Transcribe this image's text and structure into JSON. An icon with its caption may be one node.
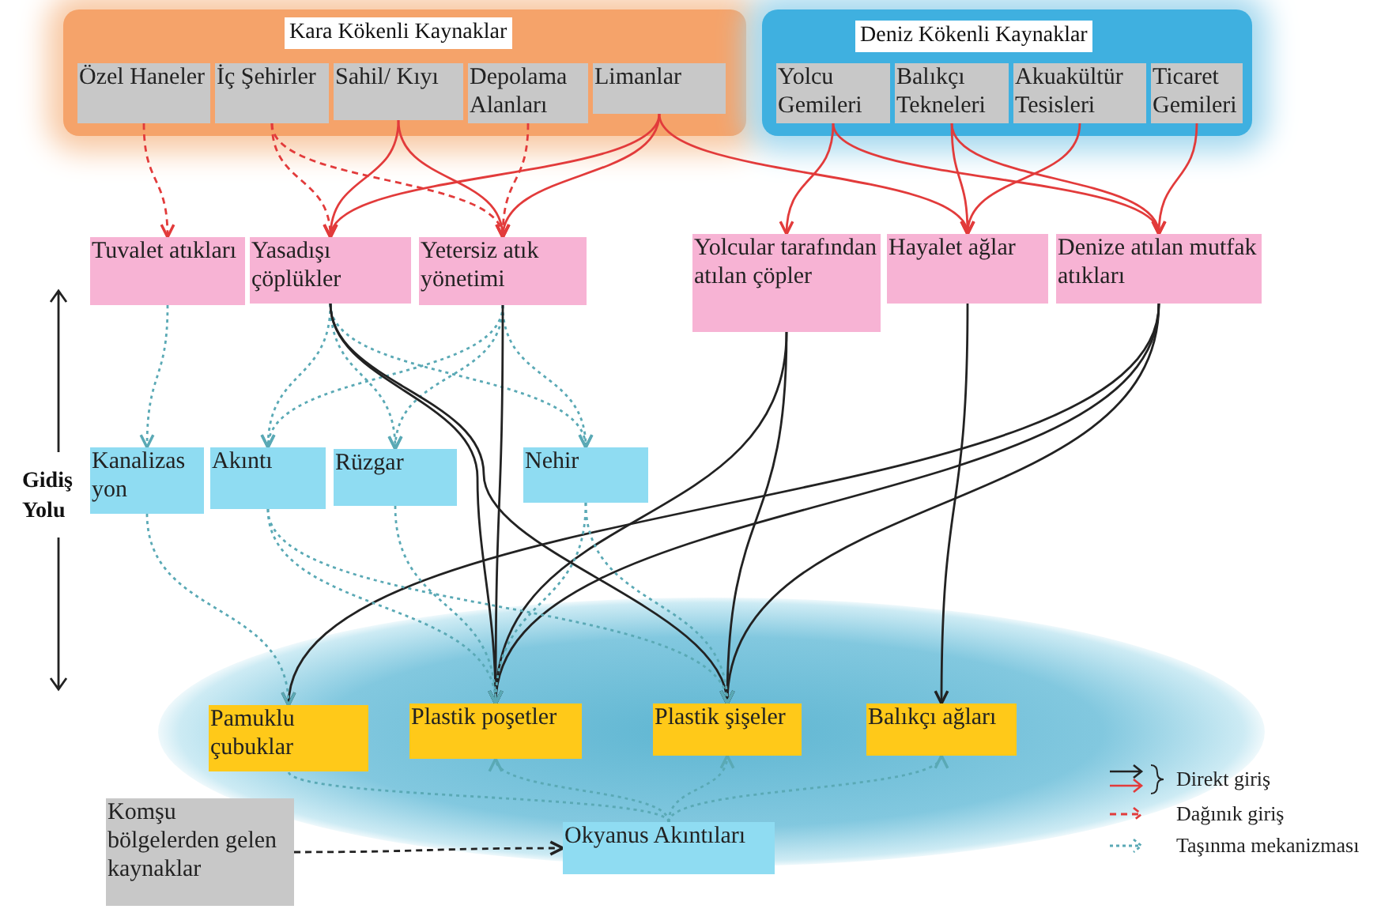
{
  "diagram": {
    "nodes": [
      {
        "text": [
          "Kara Kökenli Kaynaklar"
        ]
      },
      {
        "text": [
          "Özel Haneler"
        ],
        "in": 0
      },
      {
        "text": [
          "İç Şehirler"
        ],
        "in": 0
      },
      {
        "text": [
          "Sahil/ Kıyı"
        ],
        "in": 0
      },
      {
        "text": [
          "Depolama Alanları"
        ],
        "in": 0
      },
      {
        "text": [
          "Limanlar"
        ],
        "in": 0
      },
      {
        "text": [
          "Deniz Kökenli Kaynaklar"
        ]
      },
      {
        "text": [
          "Yolcu Gemileri"
        ],
        "in": 6
      },
      {
        "text": [
          "Balıkçı Tekneleri"
        ],
        "in": 6
      },
      {
        "text": [
          "Akuakültür Tesisleri"
        ],
        "in": 6
      },
      {
        "text": [
          "Ticaret Gemileri"
        ],
        "in": 6
      },
      {
        "text": [
          "Tuvalet atıkları"
        ]
      },
      {
        "text": [
          "Yasadışı çöplükler"
        ]
      },
      {
        "text": [
          "Yetersiz atık yönetimi"
        ]
      },
      {
        "text": [
          "Yolcular tarafından atılan çöpler"
        ]
      },
      {
        "text": [
          "Hayalet ağlar"
        ]
      },
      {
        "text": [
          "Denize atılan mutfak atıkları"
        ]
      },
      {
        "text": [
          "Kanalizas yon"
        ]
      },
      {
        "text": [
          "Akıntı"
        ]
      },
      {
        "text": [
          "Rüzgar"
        ]
      },
      {
        "text": [
          "Nehir"
        ]
      },
      {
        "text": [
          "Pamuklu çubuklar"
        ]
      },
      {
        "text": [
          "Plastik poşetler"
        ]
      },
      {
        "text": [
          "Plastik şişeler"
        ]
      },
      {
        "text": [
          "Balıkçı ağları"
        ]
      },
      {
        "text": [
          "Komşu bölgelerden gelen kaynaklar"
        ]
      },
      {
        "text": [
          "Okyanus Akıntıları"
        ]
      }
    ],
    "edges": [
      {
        "from": 1,
        "to": 11,
        "arrow": "to",
        "style": "dashed",
        "color": "#e23b3b"
      },
      {
        "from": 2,
        "to": 12,
        "arrow": "to",
        "style": "dashed",
        "color": "#e23b3b"
      },
      {
        "from": 2,
        "to": 13,
        "arrow": "to",
        "style": "dashed",
        "color": "#e23b3b"
      },
      {
        "from": 4,
        "to": 13,
        "arrow": "to",
        "style": "dashed",
        "color": "#e23b3b"
      },
      {
        "from": 3,
        "to": 12,
        "arrow": "to",
        "color": "#e23b3b"
      },
      {
        "from": 3,
        "to": 13,
        "arrow": "to",
        "color": "#e23b3b"
      },
      {
        "from": 5,
        "to": 12,
        "arrow": "to",
        "color": "#e23b3b"
      },
      {
        "from": 5,
        "to": 13,
        "arrow": "to",
        "color": "#e23b3b"
      },
      {
        "from": 5,
        "to": 15,
        "arrow": "to",
        "color": "#e23b3b"
      },
      {
        "from": 7,
        "to": 14,
        "arrow": "to",
        "color": "#e23b3b"
      },
      {
        "from": 7,
        "to": 16,
        "arrow": "to",
        "color": "#e23b3b"
      },
      {
        "from": 8,
        "to": 15,
        "arrow": "to",
        "color": "#e23b3b"
      },
      {
        "from": 8,
        "to": 16,
        "arrow": "to",
        "color": "#e23b3b"
      },
      {
        "from": 9,
        "to": 15,
        "arrow": "to",
        "color": "#e23b3b"
      },
      {
        "from": 10,
        "to": 16,
        "arrow": "to",
        "color": "#e23b3b"
      },
      {
        "from": 11,
        "to": 17,
        "arrow": "to",
        "style": "dashed",
        "color": "#5aa9b5"
      },
      {
        "from": 12,
        "to": 18,
        "arrow": "to",
        "style": "dashed",
        "color": "#5aa9b5"
      },
      {
        "from": 12,
        "to": 19,
        "arrow": "to",
        "style": "dashed",
        "color": "#5aa9b5"
      },
      {
        "from": 12,
        "to": 20,
        "arrow": "to",
        "style": "dashed",
        "color": "#5aa9b5"
      },
      {
        "from": 13,
        "to": 18,
        "arrow": "to",
        "style": "dashed",
        "color": "#5aa9b5"
      },
      {
        "from": 13,
        "to": 19,
        "arrow": "to",
        "style": "dashed",
        "color": "#5aa9b5"
      },
      {
        "from": 13,
        "to": 20,
        "arrow": "to",
        "style": "dashed",
        "color": "#5aa9b5"
      },
      {
        "from": 12,
        "to": 22,
        "arrow": "to",
        "color": "#222222"
      },
      {
        "from": 12,
        "to": 23,
        "arrow": "to",
        "color": "#222222"
      },
      {
        "from": 13,
        "to": 22,
        "arrow": "to",
        "color": "#222222"
      },
      {
        "from": 14,
        "to": 22,
        "arrow": "to",
        "color": "#222222"
      },
      {
        "from": 14,
        "to": 23,
        "arrow": "to",
        "color": "#222222"
      },
      {
        "from": 15,
        "to": 24,
        "arrow": "to",
        "color": "#222222"
      },
      {
        "from": 16,
        "to": 21,
        "arrow": "to",
        "color": "#222222"
      },
      {
        "from": 16,
        "to": 22,
        "arrow": "to",
        "color": "#222222"
      },
      {
        "from": 16,
        "to": 23,
        "arrow": "to",
        "color": "#222222"
      },
      {
        "from": 17,
        "to": 21,
        "arrow": "to",
        "style": "dashed",
        "color": "#5aa9b5"
      },
      {
        "from": 18,
        "to": 22,
        "arrow": "to",
        "style": "dashed",
        "color": "#5aa9b5"
      },
      {
        "from": 18,
        "to": 23,
        "arrow": "to",
        "style": "dashed",
        "color": "#5aa9b5"
      },
      {
        "from": 19,
        "to": 22,
        "arrow": "to",
        "style": "dashed",
        "color": "#5aa9b5"
      },
      {
        "from": 20,
        "to": 22,
        "arrow": "to",
        "style": "dashed",
        "color": "#5aa9b5"
      },
      {
        "from": 20,
        "to": 23,
        "arrow": "to",
        "style": "dashed",
        "color": "#5aa9b5"
      },
      {
        "from": 26,
        "to": 21,
        "arrow": "none",
        "style": "dashed",
        "color": "#5aa9b5"
      },
      {
        "from": 26,
        "to": 22,
        "arrow": "to",
        "style": "dashed",
        "color": "#5aa9b5"
      },
      {
        "from": 26,
        "to": 23,
        "arrow": "to",
        "style": "dashed",
        "color": "#5aa9b5"
      },
      {
        "from": 26,
        "to": 24,
        "arrow": "to",
        "style": "dashed",
        "color": "#5aa9b5"
      },
      {
        "from": 25,
        "to": 26,
        "arrow": "to",
        "style": "dashed",
        "color": "#222222"
      }
    ],
    "labels": [
      "Gidiş Yolu"
    ],
    "legend": [
      {
        "text": "Direkt giriş"
      },
      {
        "text": "Dağınık giriş"
      },
      {
        "text": "Taşınma mekanizması"
      }
    ]
  }
}
